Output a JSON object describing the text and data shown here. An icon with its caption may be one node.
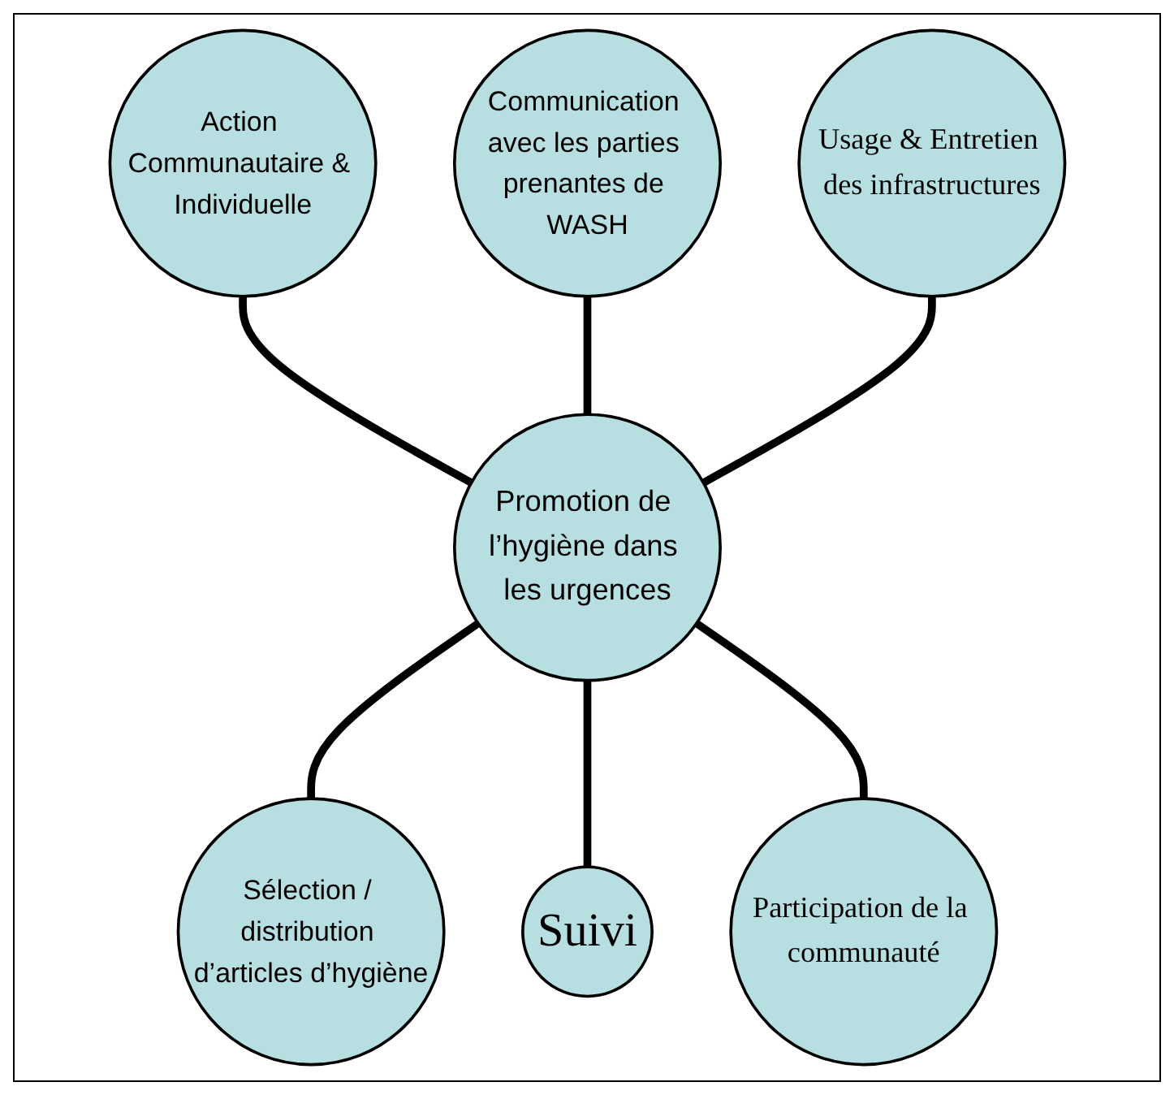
{
  "diagram": {
    "nodes": [
      {
        "text": [
          "Action Communautaire & Individuelle"
        ]
      },
      {
        "text": [
          "Communication avec les parties prenantes de WASH"
        ]
      },
      {
        "text": [
          "Usage & Entretien des infrastructures"
        ]
      },
      {
        "text": [
          "Promotion de l’hygiène dans les urgences"
        ]
      },
      {
        "text": [
          "Sélection / distribution d’articles d’hygiène"
        ]
      },
      {
        "text": [
          "Suivi"
        ]
      },
      {
        "text": [
          "Participation de la communauté"
        ]
      }
    ],
    "edges": [
      {
        "from": 0,
        "to": 3,
        "arrow": "none"
      },
      {
        "from": 1,
        "to": 3,
        "arrow": "none"
      },
      {
        "from": 2,
        "to": 3,
        "arrow": "none"
      },
      {
        "from": 3,
        "to": 4,
        "arrow": "none"
      },
      {
        "from": 3,
        "to": 5,
        "arrow": "none"
      },
      {
        "from": 3,
        "to": 6,
        "arrow": "none"
      }
    ]
  }
}
